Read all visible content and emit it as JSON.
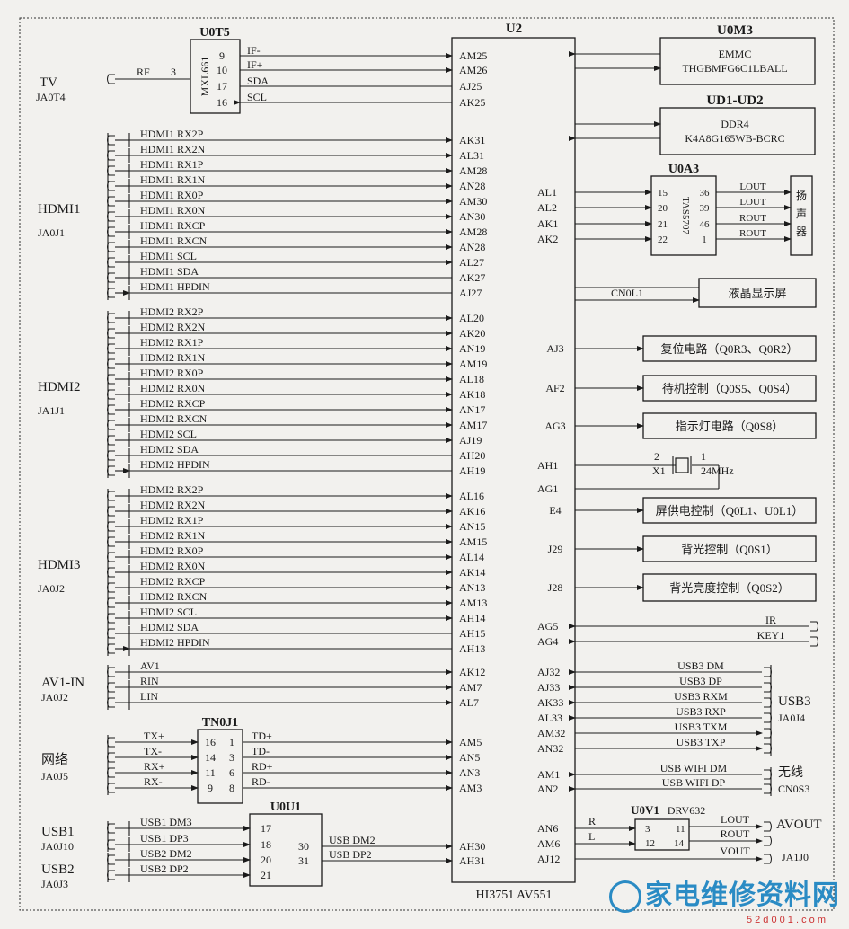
{
  "main_chip": {
    "ref": "U2",
    "part": "HI3751 AV551"
  },
  "tuner": {
    "ref": "U0T5",
    "part": "MXL661",
    "pins": [
      "9",
      "10",
      "17",
      "16"
    ],
    "signals": [
      "IF-",
      "IF+",
      "SDA",
      "SCL"
    ],
    "rf_label": "RF",
    "rf_pin": "3"
  },
  "tv": {
    "name": "TV",
    "conn": "JA0T4"
  },
  "emmc": {
    "ref": "U0M3",
    "line1": "EMMC",
    "line2": "THGBMFG6C1LBALL"
  },
  "ddr": {
    "ref": "UD1-UD2",
    "line1": "DDR4",
    "line2": "K4A8G165WB-BCRC"
  },
  "amp": {
    "ref": "U0A3",
    "part": "TAS5707",
    "in_pins": [
      "15",
      "20",
      "21",
      "22"
    ],
    "out_pins": [
      "36",
      "39",
      "46",
      "1"
    ],
    "outs": [
      "LOUT",
      "LOUT",
      "ROUT",
      "ROUT"
    ],
    "speaker": "扬声器"
  },
  "lcd": {
    "net": "CN0L1",
    "label": "液晶显示屏"
  },
  "ctrl_boxes": [
    {
      "pin": "AJ3",
      "label": "复位电路（Q0R3、Q0R2）"
    },
    {
      "pin": "AF2",
      "label": "待机控制（Q0S5、Q0S4）"
    },
    {
      "pin": "AG3",
      "label": "指示灯电路（Q0S8）"
    },
    {
      "pin": "E4",
      "label": "屏供电控制（Q0L1、U0L1）"
    },
    {
      "pin": "J29",
      "label": "背光控制（Q0S1）"
    },
    {
      "pin": "J28",
      "label": "背光亮度控制（Q0S2）"
    }
  ],
  "amp_pins": [
    "AL1",
    "AL2",
    "AK1",
    "AK2"
  ],
  "crystal": {
    "pins": [
      "AH1",
      "AG1"
    ],
    "left_pin": "2",
    "right_pin": "1",
    "ref": "X1",
    "freq": "24MHz"
  },
  "ir_key": {
    "pins": [
      "AG5",
      "AG4"
    ],
    "labels": [
      "IR",
      "KEY1"
    ]
  },
  "usb3": {
    "name": "USB3",
    "conn": "JA0J4",
    "pins": [
      "AJ32",
      "AJ33",
      "AK33",
      "AL33",
      "AM32",
      "AN32"
    ],
    "signals": [
      "USB3_DM",
      "USB3_DP",
      "USB3_RXM",
      "USB3_RXP",
      "USB3_TXM",
      "USB3_TXP"
    ]
  },
  "wifi": {
    "name": "无线",
    "conn": "CN0S3",
    "pins": [
      "AM1",
      "AN2"
    ],
    "signals": [
      "USB_WIFI_DM",
      "USB_WIFI_DP"
    ]
  },
  "avout": {
    "ref": "U0V1",
    "part": "DRV632",
    "pins": [
      "AN6",
      "AM6",
      "AJ12"
    ],
    "in_labels": [
      "R",
      "L"
    ],
    "in_pins": [
      "3",
      "12"
    ],
    "out_pins": [
      "11",
      "14"
    ],
    "outs": [
      "LOUT",
      "ROUT",
      "VOUT"
    ],
    "name": "AVOUT",
    "conn": "JA1J0"
  },
  "hdmi": [
    {
      "name": "HDMI1",
      "conn": "JA0J1",
      "signals": [
        "HDMI1_RX2P",
        "HDMI1_RX2N",
        "HDMI1_RX1P",
        "HDMI1_RX1N",
        "HDMI1_RX0P",
        "HDMI1_RX0N",
        "HDMI1_RXCP",
        "HDMI1_RXCN",
        "HDMI1_SCL",
        "HDMI1_SDA",
        "HDMI1_HPDIN"
      ],
      "pins": [
        "AK31",
        "AL31",
        "AM28",
        "AN28",
        "AM30",
        "AN30",
        "AM28",
        "AN28",
        "AL27",
        "AK27",
        "AJ27"
      ]
    },
    {
      "name": "HDMI2",
      "conn": "JA1J1",
      "signals": [
        "HDMI2_RX2P",
        "HDMI2_RX2N",
        "HDMI2_RX1P",
        "HDMI2_RX1N",
        "HDMI2_RX0P",
        "HDMI2_RX0N",
        "HDMI2_RXCP",
        "HDMI2_RXCN",
        "HDMI2_SCL",
        "HDMI2_SDA",
        "HDMI2_HPDIN"
      ],
      "pins": [
        "AL20",
        "AK20",
        "AN19",
        "AM19",
        "AL18",
        "AK18",
        "AN17",
        "AM17",
        "AJ19",
        "AH20",
        "AH19"
      ]
    },
    {
      "name": "HDMI3",
      "conn": "JA0J2",
      "signals": [
        "HDMI2_RX2P",
        "HDMI2_RX2N",
        "HDMI2_RX1P",
        "HDMI2_RX1N",
        "HDMI2_RX0P",
        "HDMI2_RX0N",
        "HDMI2_RXCP",
        "HDMI2_RXCN",
        "HDMI2_SCL",
        "HDMI2_SDA",
        "HDMI2_HPDIN"
      ],
      "pins": [
        "AL16",
        "AK16",
        "AN15",
        "AM15",
        "AL14",
        "AK14",
        "AN13",
        "AM13",
        "AH14",
        "AH15",
        "AH13"
      ]
    }
  ],
  "av1": {
    "name": "AV1-IN",
    "conn": "JA0J2",
    "signals": [
      "AV1",
      "RIN",
      "LIN"
    ],
    "pins": [
      "AK12",
      "AM7",
      "AL7"
    ]
  },
  "lan": {
    "name": "网络",
    "conn": "JA0J5",
    "ref": "TN0J1",
    "in_signals": [
      "TX+",
      "TX-",
      "RX+",
      "RX-"
    ],
    "left_pins": [
      "16",
      "14",
      "11",
      "9"
    ],
    "right_pins": [
      "1",
      "3",
      "6",
      "8"
    ],
    "out_signals": [
      "TD+",
      "TD-",
      "RD+",
      "RD-"
    ],
    "pins": [
      "AM5",
      "AN5",
      "AN3",
      "AM3"
    ]
  },
  "usb_hub": {
    "ref": "U0U1",
    "in_pins": [
      "17",
      "18",
      "20",
      "21"
    ],
    "out_pins": [
      "30",
      "31"
    ],
    "in_signals": [
      "USB1_DM3",
      "USB1_DP3",
      "USB2_DM2",
      "USB2_DP2"
    ],
    "out_signals": [
      "USB_DM2",
      "USB_DP2"
    ],
    "pins": [
      "AH30",
      "AH31"
    ]
  },
  "usb1": {
    "name": "USB1",
    "conn": "JA0J10"
  },
  "usb2": {
    "name": "USB2",
    "conn": "JA0J3"
  },
  "watermark": {
    "text": "家电维修资料网",
    "url": "5 2 d 0 0 1 . c o m"
  }
}
